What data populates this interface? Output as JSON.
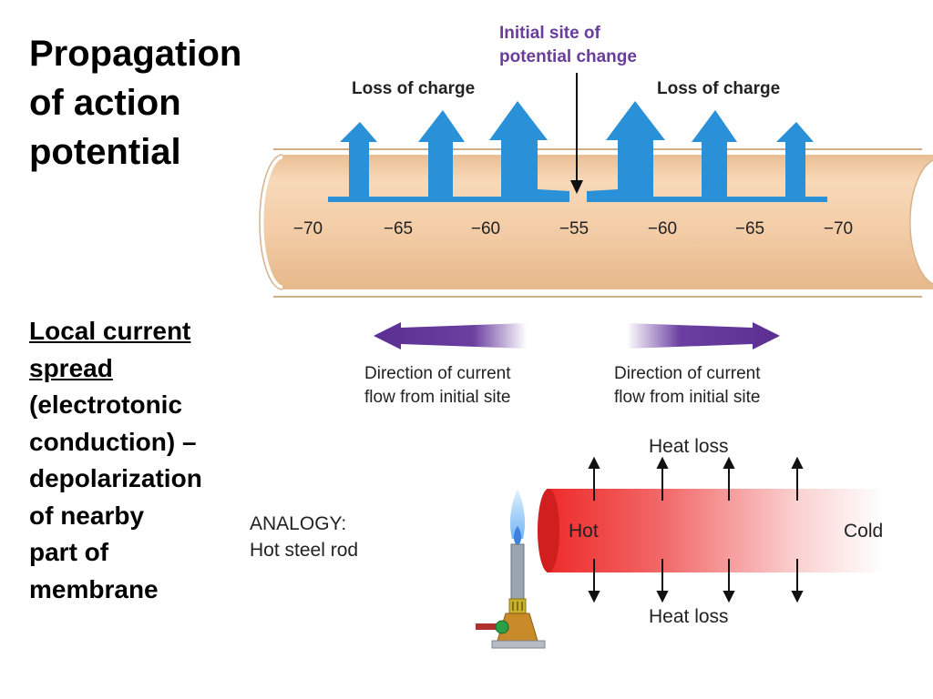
{
  "title_lines": [
    "Propagation",
    "of action",
    "potential"
  ],
  "description": {
    "underlined_lines": [
      "Local current",
      "spread"
    ],
    "lines": [
      "(electrotonic",
      "conduction) –",
      "depolarization",
      "of nearby",
      "part of",
      "membrane"
    ]
  },
  "axon": {
    "initial_site_label": [
      "Initial site of",
      "potential change"
    ],
    "loss_label_left": "Loss of charge",
    "loss_label_right": "Loss of charge",
    "potentials_mV": [
      "−70",
      "−65",
      "−60",
      "−55",
      "−60",
      "−65",
      "−70"
    ],
    "direction_label_left": [
      "Direction of current",
      "flow from initial site"
    ],
    "direction_label_right": [
      "Direction of current",
      "flow from initial site"
    ]
  },
  "analogy": {
    "label_lines": [
      "ANALOGY:",
      "Hot steel rod"
    ],
    "hot_label": "Hot",
    "cold_label": "Cold",
    "heat_loss_top": "Heat loss",
    "heat_loss_bottom": "Heat loss"
  },
  "colors": {
    "axon_fill": "#f2cba4",
    "charge_arrows": "#2a90d8",
    "current_arrows": "#5b2e91",
    "initial_site_text": "#6a3d9a",
    "rod_hot": "#ee2a2a"
  }
}
